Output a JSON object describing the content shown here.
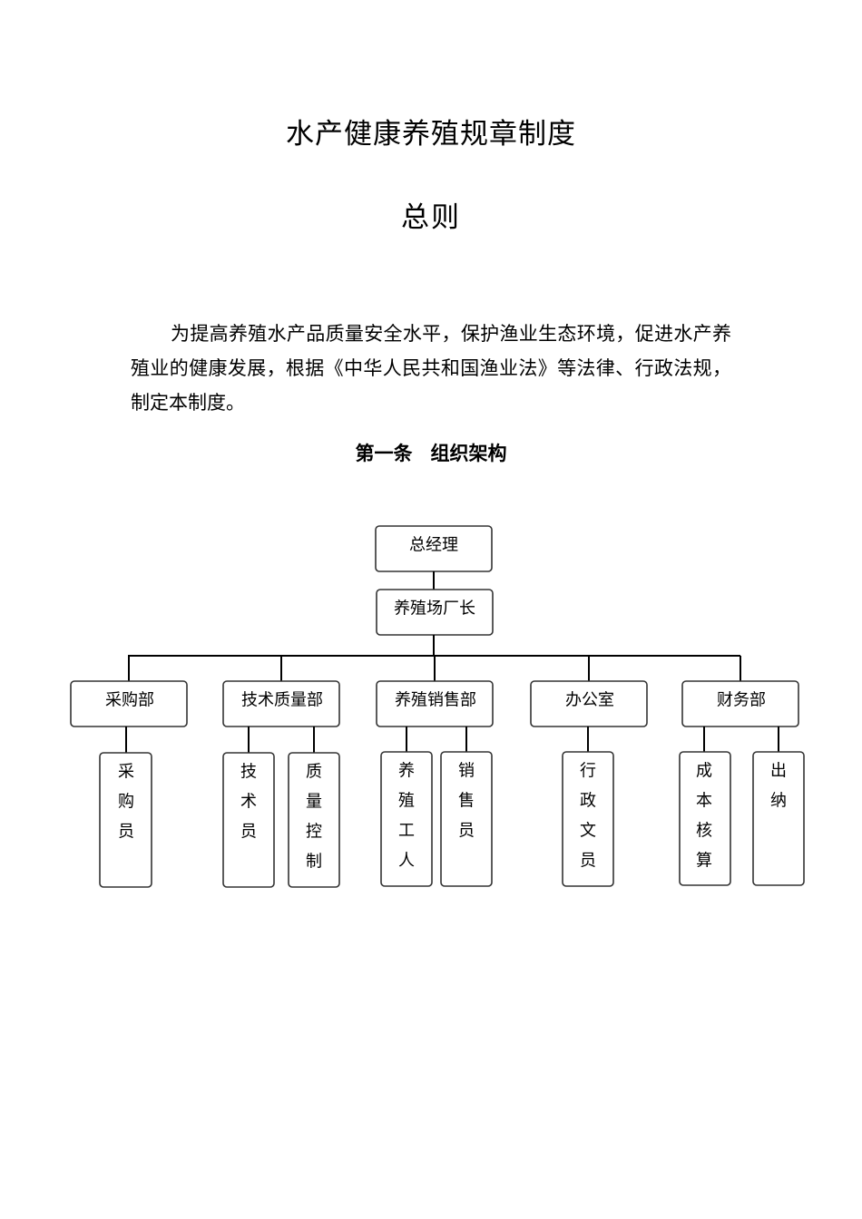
{
  "document": {
    "title": "水产健康养殖规章制度",
    "section": "总则",
    "intro": "为提高养殖水产品质量安全水平，保护渔业生态环境，促进水产养殖业的健康发展，根据《中华人民共和国渔业法》等法律、行政法规，制定本制度。",
    "article_number": "第一条",
    "article_title": "组织架构"
  },
  "org_chart": {
    "root": "总经理",
    "second": "养殖场厂长",
    "departments": [
      {
        "label": "采购部",
        "staff": [
          "采购员"
        ]
      },
      {
        "label": "技术质量部",
        "staff": [
          "技术员",
          "质量控制"
        ]
      },
      {
        "label": "养殖销售部",
        "staff": [
          "养殖工人",
          "销售员"
        ]
      },
      {
        "label": "办公室",
        "staff": [
          "行政文员"
        ]
      },
      {
        "label": "财务部",
        "staff": [
          "成本核算",
          "出纳"
        ]
      }
    ]
  }
}
